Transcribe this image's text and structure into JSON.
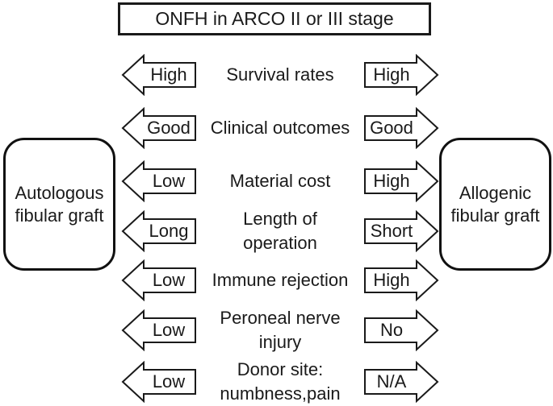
{
  "title": "ONFH in ARCO II or III stage",
  "left_option": "Autologous\nfibular graft",
  "right_option": "Allogenic\nfibular graft",
  "colors": {
    "ink": "#1a1a1a",
    "background": "#ffffff"
  },
  "rows": [
    {
      "left": "High",
      "criterion": "Survival rates",
      "right": "High"
    },
    {
      "left": "Good",
      "criterion": "Clinical outcomes",
      "right": "Good"
    },
    {
      "left": "Low",
      "criterion": "Material cost",
      "right": "High"
    },
    {
      "left": "Long",
      "criterion": "Length of\noperation",
      "right": "Short"
    },
    {
      "left": "Low",
      "criterion": "Immune rejection",
      "right": "High"
    },
    {
      "left": "Low",
      "criterion": "Peroneal nerve\ninjury",
      "right": "No"
    },
    {
      "left": "Low",
      "criterion": "Donor site:\nnumbness,pain",
      "right": "N/A"
    }
  ]
}
